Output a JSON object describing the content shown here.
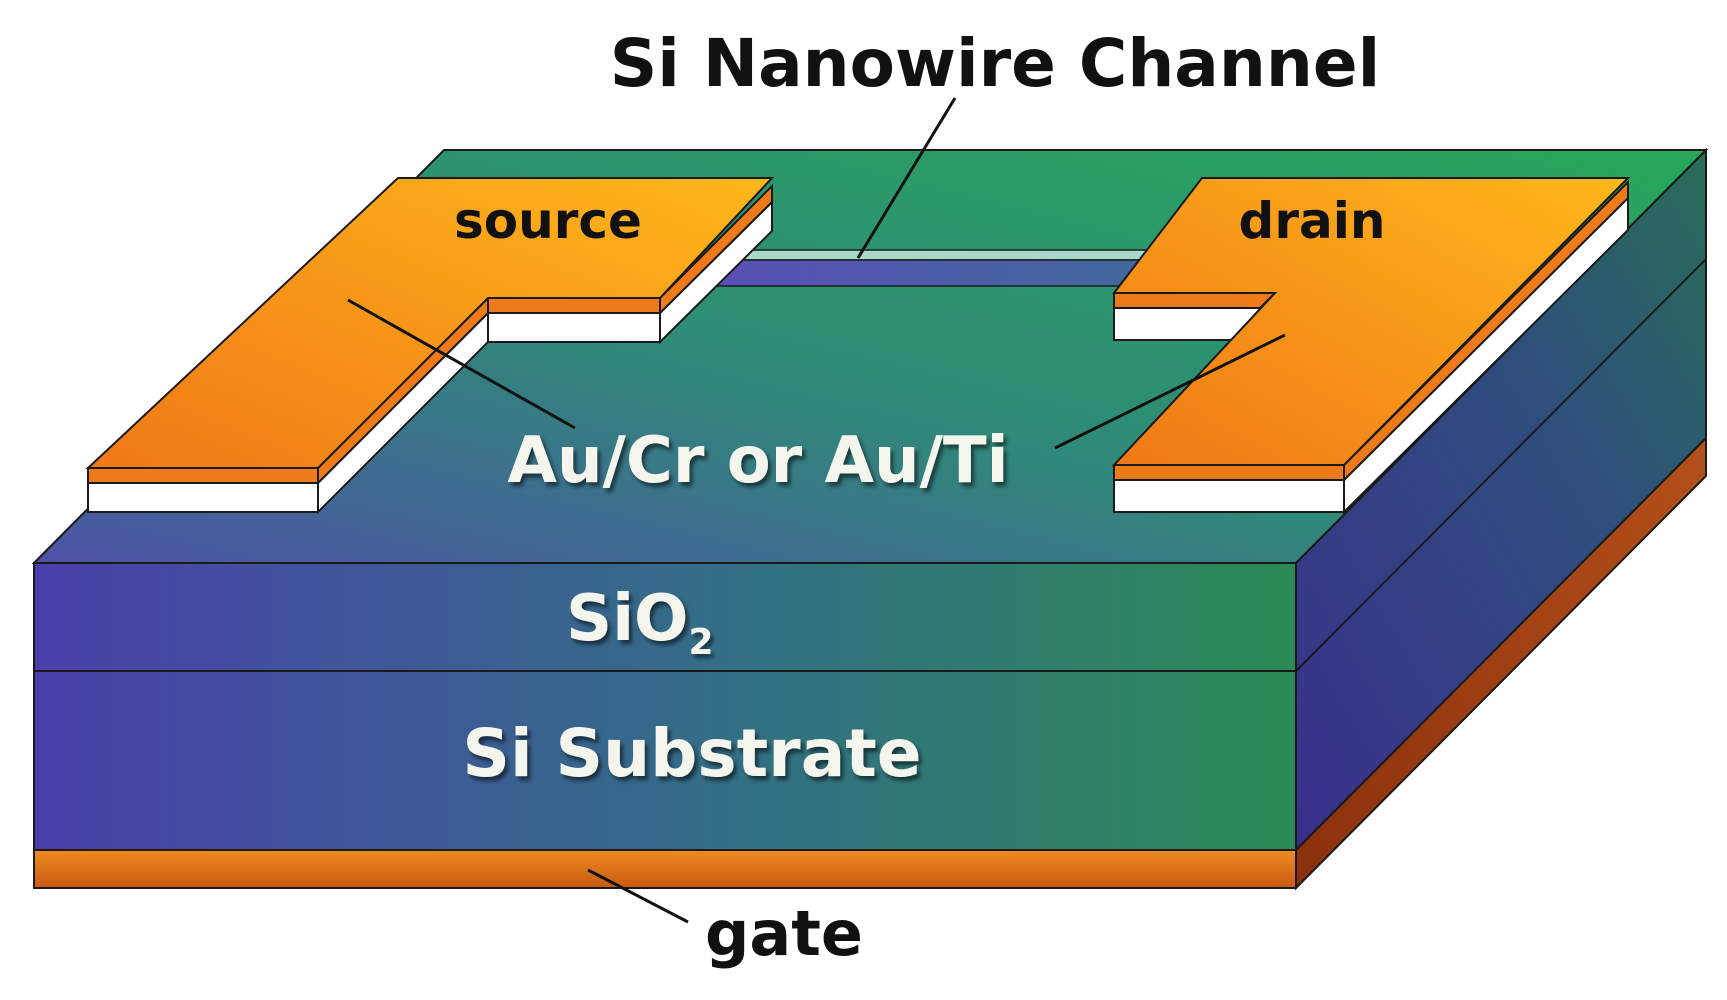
{
  "labels": {
    "channel": "Si Nanowire Channel",
    "source": "source",
    "drain": "drain",
    "contacts": "Au/Cr or Au/Ti",
    "oxide_main": "SiO",
    "oxide_sub": "2",
    "substrate": "Si Substrate",
    "gate": "gate"
  },
  "colors": {
    "oxide_top_green": "#27a85a",
    "oxide_top_blue": "#4a55a8",
    "side_purple": "#4b3ea6",
    "side_green": "#2a8a56",
    "contact_orange_light": "#ffb31a",
    "contact_orange_dark": "#ef7a1a",
    "gate_orange": "#e0701a",
    "gate_side": "#9a3a10",
    "nanowire": "#5a55b8",
    "outline": "#1a1a1a"
  }
}
